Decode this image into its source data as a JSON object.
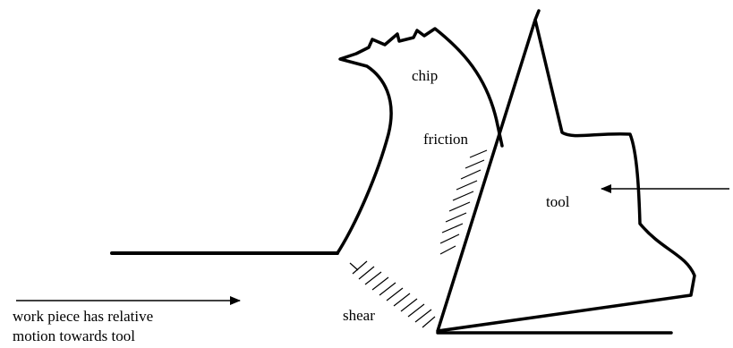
{
  "labels": {
    "chip": "chip",
    "friction": "friction",
    "tool": "tool",
    "shear": "shear",
    "workpiece_line1": "work piece has relative",
    "workpiece_line2": "motion towards tool"
  },
  "colors": {
    "stroke": "#000000",
    "background": "#ffffff"
  }
}
